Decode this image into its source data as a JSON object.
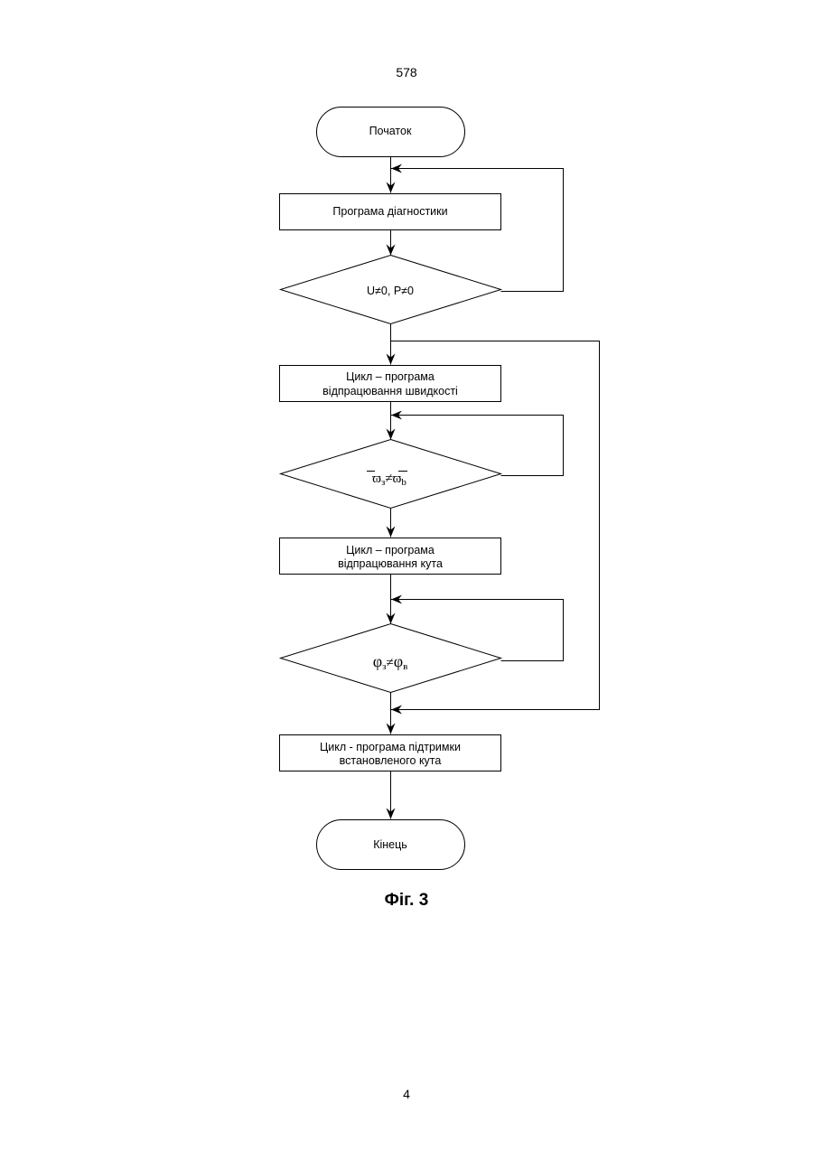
{
  "page_header": "578",
  "page_number": "4",
  "caption": "Фіг. 3",
  "nodes": {
    "start": "Початок",
    "diagnostics": "Програма діагностики",
    "cond_power": "U≠0, P≠0",
    "speed_loop": [
      "Цикл – програма",
      "відпрацювання швидкості"
    ],
    "cond_speed": {
      "left_sym": "ϖ",
      "left_sub": "з",
      "neq": "≠",
      "right_sym": "ϖ",
      "right_sub": "b"
    },
    "angle_loop": [
      "Цикл – програма",
      "відпрацювання кута"
    ],
    "cond_angle": {
      "left_sym": "φ",
      "left_sub": "з",
      "neq": "≠",
      "right_sym": "φ",
      "right_sub": "в"
    },
    "hold_loop": [
      "Цикл - програма підтримки",
      "встановленого кута"
    ],
    "end": "Кінець"
  }
}
